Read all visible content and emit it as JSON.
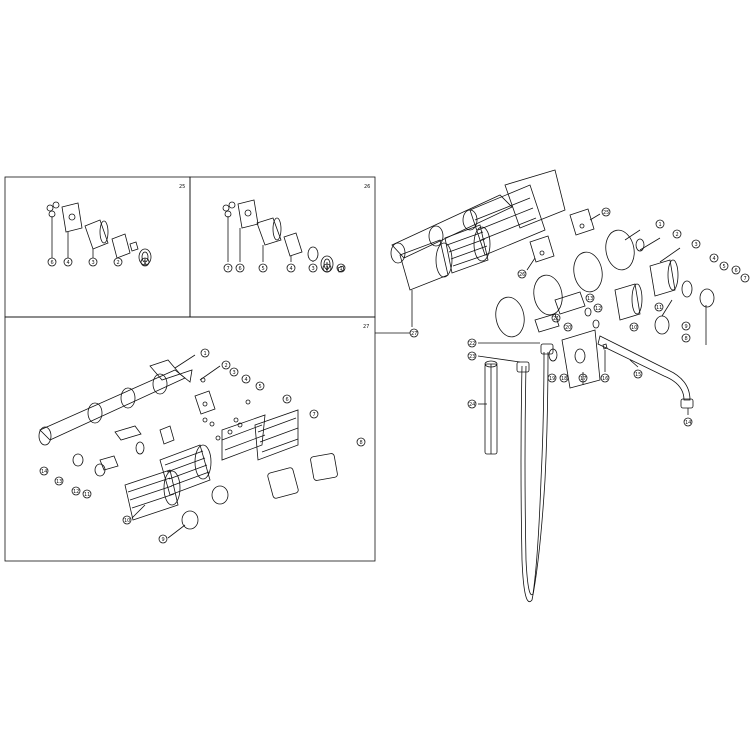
{
  "panels": [
    {
      "id": "p25",
      "label": "25"
    },
    {
      "id": "p26",
      "label": "26"
    },
    {
      "id": "p27",
      "label": "27"
    }
  ],
  "callouts": {
    "p25": [
      "6",
      "4",
      "3",
      "2",
      "1"
    ],
    "p26": [
      "7",
      "6",
      "5",
      "4",
      "3",
      "2",
      "1"
    ],
    "p27": [
      "1",
      "2",
      "3",
      "4",
      "5",
      "6",
      "7",
      "8",
      "9",
      "10",
      "11",
      "12",
      "13",
      "14"
    ],
    "main": [
      "1",
      "2",
      "3",
      "4",
      "5",
      "6",
      "7",
      "8",
      "9",
      "10",
      "11",
      "12",
      "13",
      "14",
      "15",
      "16",
      "17",
      "18",
      "19",
      "20",
      "21",
      "22",
      "23",
      "24",
      "25",
      "26",
      "27"
    ]
  }
}
